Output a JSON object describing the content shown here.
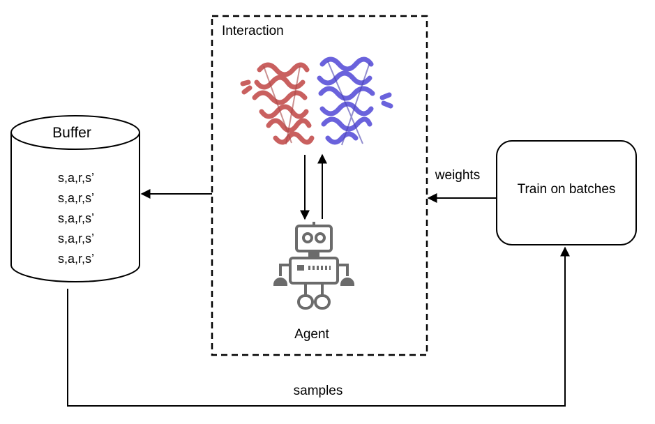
{
  "interaction": {
    "title": "Interaction",
    "agent_label": "Agent"
  },
  "buffer": {
    "title": "Buffer",
    "rows": [
      "s,a,r,s’",
      "s,a,r,s’",
      "s,a,r,s’",
      "s,a,r,s’",
      "s,a,r,s’"
    ]
  },
  "trainer": {
    "label": "Train on batches"
  },
  "edges": {
    "weights_label": "weights",
    "samples_label": "samples"
  },
  "colors": {
    "protein_left": "#c9605f",
    "protein_right": "#6a62dc",
    "robot": "#6b6b6b",
    "line": "#000000"
  },
  "icons": {
    "protein": "protein-structure-icon",
    "agent": "robot-icon"
  }
}
